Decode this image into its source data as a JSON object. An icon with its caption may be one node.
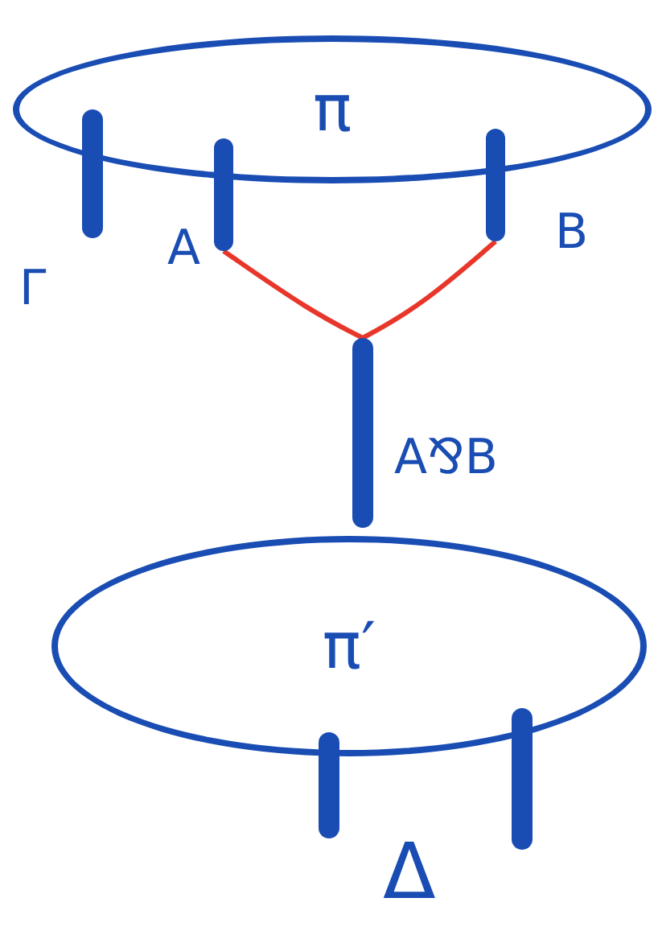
{
  "diagram": {
    "nodes": [
      {
        "text": [
          "π"
        ]
      },
      {
        "text": [],
        "shape": "bar",
        "beside": [
          "Γ"
        ]
      },
      {
        "text": [],
        "shape": "bar",
        "beside": [
          "A"
        ]
      },
      {
        "text": [],
        "shape": "bar",
        "beside": [
          "B"
        ]
      },
      {
        "text": [],
        "shape": "bar",
        "beside": [
          "A⅋B"
        ]
      },
      {
        "text": [
          "π′"
        ]
      },
      {
        "text": [],
        "shape": "bar"
      },
      {
        "text": [],
        "shape": "bar"
      }
    ],
    "edges": [
      {
        "from": 2,
        "to": 4,
        "arrow": "none"
      },
      {
        "from": 3,
        "to": 4,
        "arrow": "none"
      }
    ],
    "labels": [
      "Δ"
    ]
  }
}
